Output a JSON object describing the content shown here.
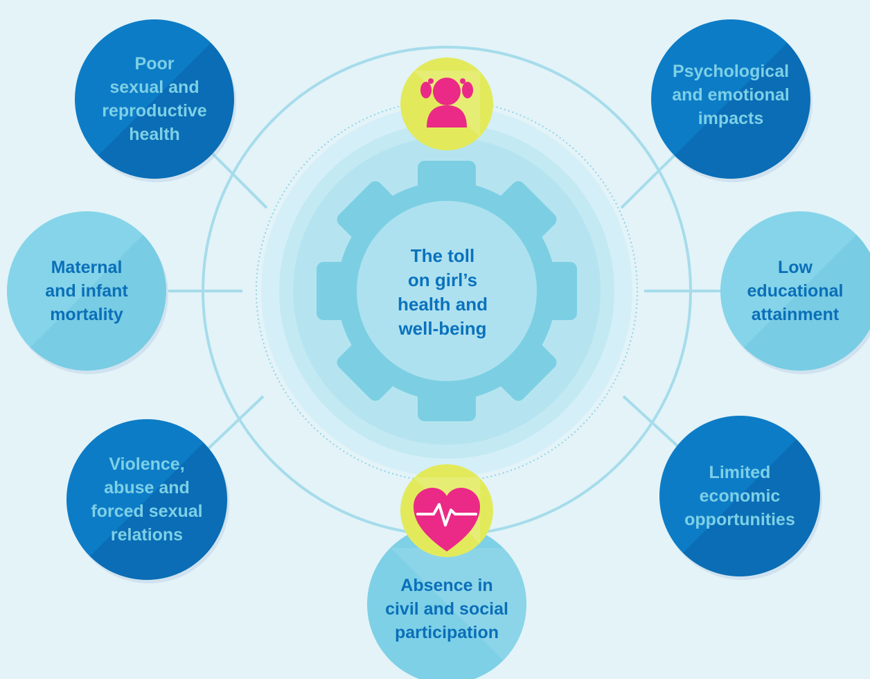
{
  "center": {
    "title": "The toll on girl’s health and well-being",
    "title_lines": [
      "The toll",
      "on girl’s",
      "health and",
      "well-being"
    ]
  },
  "impacts": [
    {
      "id": "sexual-health",
      "lines": [
        "Poor",
        "sexual and",
        "reproductive",
        "health"
      ],
      "tone": "dark"
    },
    {
      "id": "maternal-mortality",
      "lines": [
        "Maternal",
        "and infant",
        "mortality"
      ],
      "tone": "light"
    },
    {
      "id": "violence",
      "lines": [
        "Violence,",
        "abuse and",
        "forced sexual",
        "relations"
      ],
      "tone": "dark"
    },
    {
      "id": "civil-participation",
      "lines": [
        "Absence in",
        "civil and social",
        "participation"
      ],
      "tone": "light"
    },
    {
      "id": "economic",
      "lines": [
        "Limited",
        "economic",
        "opportunities"
      ],
      "tone": "dark"
    },
    {
      "id": "education",
      "lines": [
        "Low",
        "educational",
        "attainment"
      ],
      "tone": "light"
    },
    {
      "id": "psychological",
      "lines": [
        "Psychological",
        "and emotional",
        "impacts"
      ],
      "tone": "dark"
    }
  ],
  "icons": {
    "top": "girl-icon",
    "bottom": "heart-pulse-icon"
  },
  "colors": {
    "background": "#e3f3f8",
    "dark_bubble": "#0a72bd",
    "light_bubble": "#7dd0e6",
    "gear": "#7ccfe3",
    "icon_badge": "#e2ea5c",
    "icon": "#ea2a86",
    "connector": "#a6dceb",
    "center_text": "#0a72bd"
  }
}
